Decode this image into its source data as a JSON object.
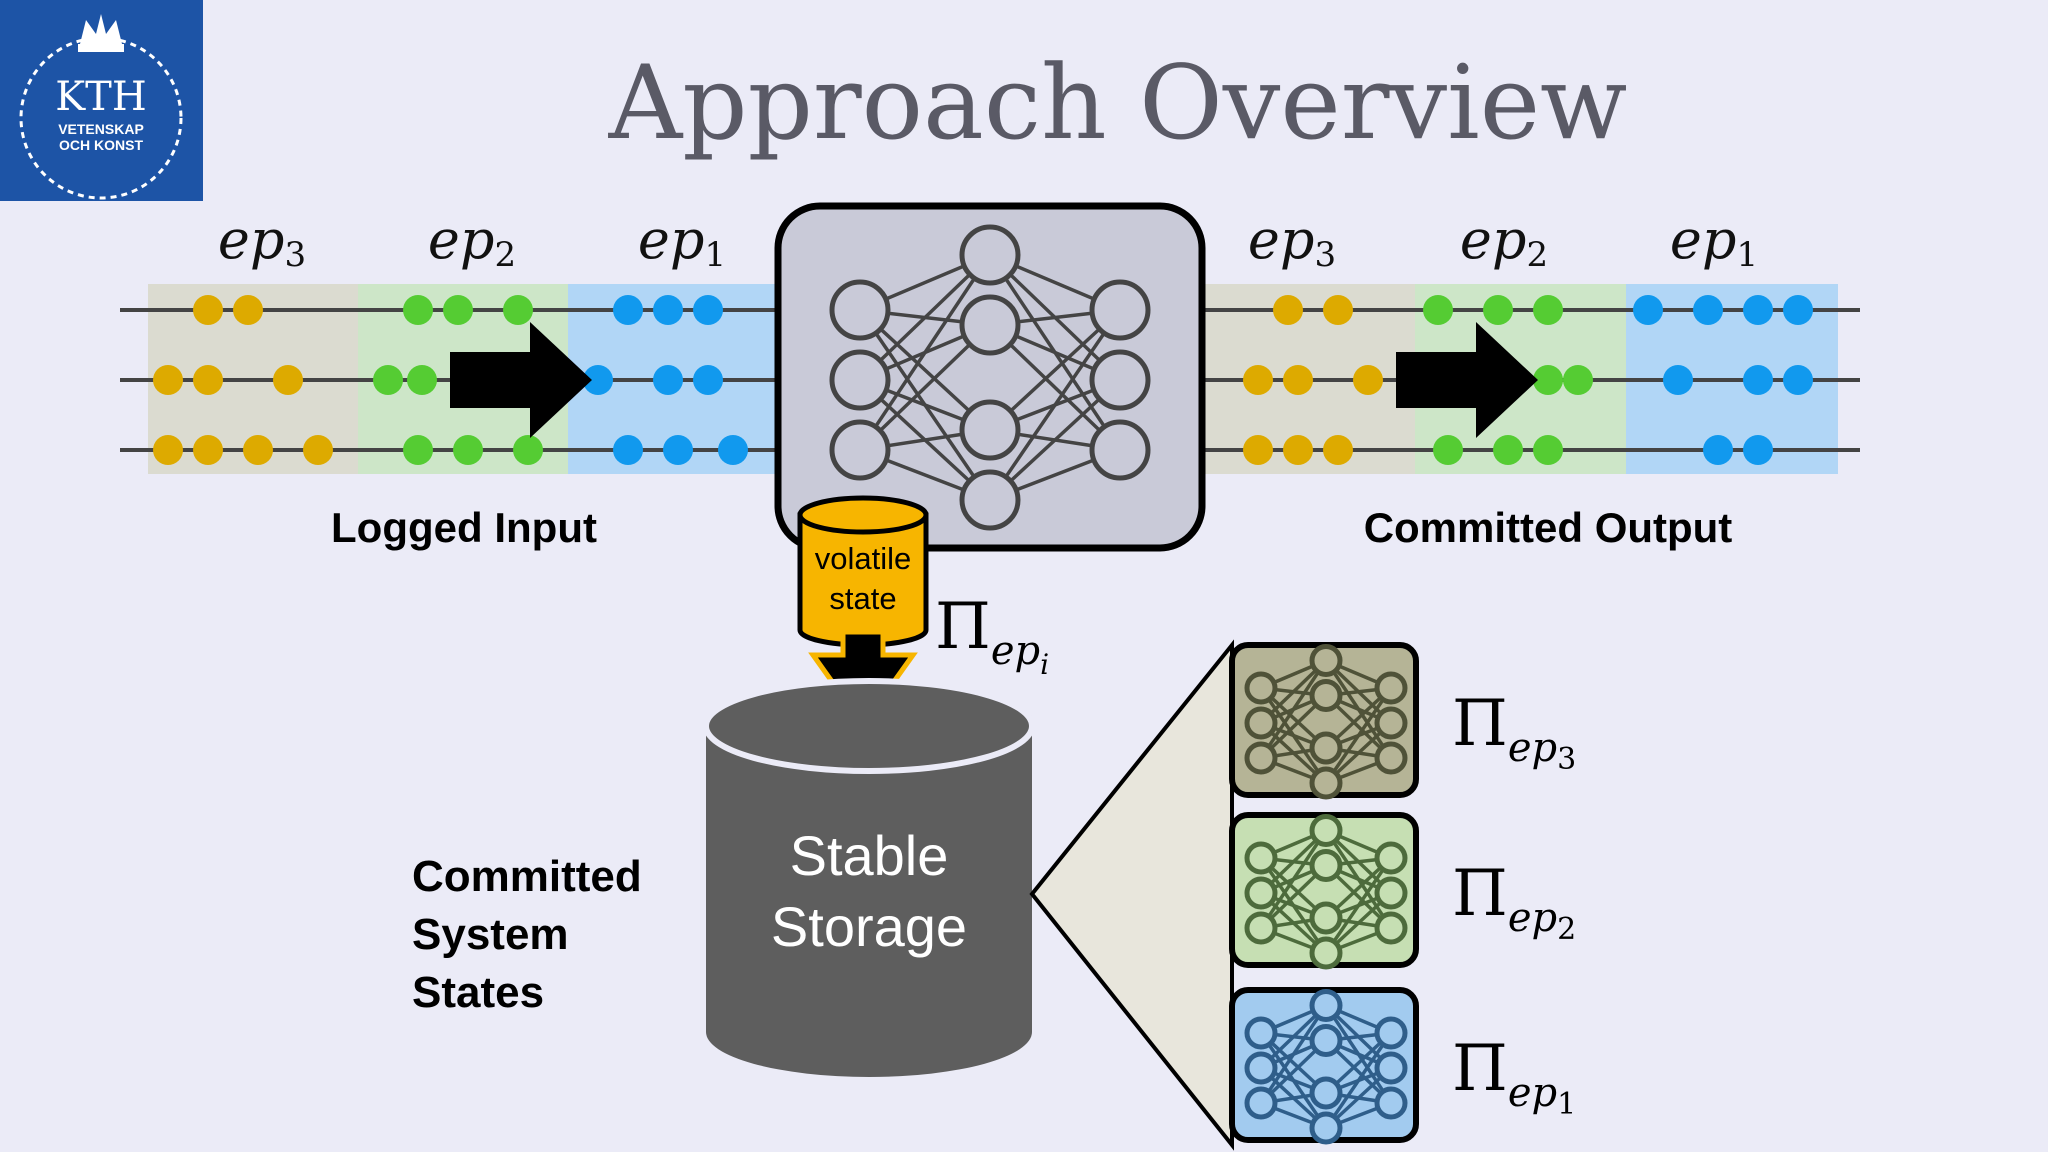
{
  "slide": {
    "title": "Approach Overview"
  },
  "logo": {
    "name": "KTH",
    "line1": "VETENSKAP",
    "line2": "OCH KONST",
    "icon": "kth-crest-icon",
    "color": "#1d54a6"
  },
  "epochs": {
    "left": [
      {
        "main": "ep",
        "sub": "3"
      },
      {
        "main": "ep",
        "sub": "2"
      },
      {
        "main": "ep",
        "sub": "1"
      }
    ],
    "right": [
      {
        "main": "ep",
        "sub": "3"
      },
      {
        "main": "ep",
        "sub": "2"
      },
      {
        "main": "ep",
        "sub": "1"
      }
    ]
  },
  "labels": {
    "logged_input": "Logged Input",
    "committed_output": "Committed Output",
    "volatile_line1": "volatile",
    "volatile_line2": "state",
    "stable_line1": "Stable",
    "stable_line2": "Storage",
    "committed_states": [
      "Committed",
      "System",
      "States"
    ]
  },
  "snapshot_op": {
    "main": "Π",
    "sub_main": "ep",
    "sub_idx": "i"
  },
  "snapshots": [
    {
      "sub_main": "ep",
      "sub_idx": "3",
      "color": "#b5b496",
      "net_color": "#4f5238"
    },
    {
      "sub_main": "ep",
      "sub_idx": "2",
      "color": "#c6dfb3",
      "net_color": "#4d6b3c"
    },
    {
      "sub_main": "ep",
      "sub_idx": "1",
      "color": "#a2cbef",
      "net_color": "#2f5e8a"
    }
  ],
  "colors": {
    "ep3": "#ddaa00",
    "ep2": "#55cc33",
    "ep1": "#1199ee",
    "band_ep3": "#dbdbd0",
    "band_ep2": "#cde6c8",
    "band_ep1": "#b1d6f6",
    "volatile": "#f7b500",
    "storage": "#5e5e5e",
    "net_box": "#c9cad8"
  }
}
